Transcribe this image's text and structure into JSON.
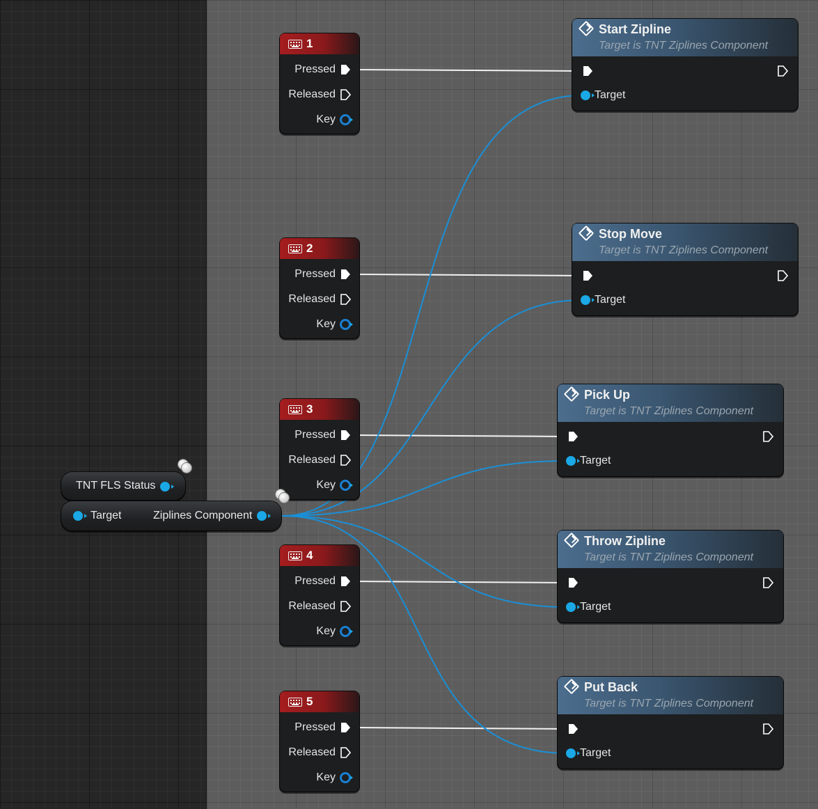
{
  "colors": {
    "exec_wire": "#ffffff",
    "data_wire": "#1a8fd6",
    "key_header": "#a51d1f",
    "function_header": "#4c6d8d",
    "pin_blue": "#1aa8e6"
  },
  "key_events": [
    {
      "title": "1",
      "icon": "keyboard-icon",
      "pins": [
        "Pressed",
        "Released",
        "Key"
      ]
    },
    {
      "title": "2",
      "icon": "keyboard-icon",
      "pins": [
        "Pressed",
        "Released",
        "Key"
      ]
    },
    {
      "title": "3",
      "icon": "keyboard-icon",
      "pins": [
        "Pressed",
        "Released",
        "Key"
      ]
    },
    {
      "title": "4",
      "icon": "keyboard-icon",
      "pins": [
        "Pressed",
        "Released",
        "Key"
      ]
    },
    {
      "title": "5",
      "icon": "keyboard-icon",
      "pins": [
        "Pressed",
        "Released",
        "Key"
      ]
    }
  ],
  "functions": [
    {
      "title": "Start Zipline",
      "subtitle": "Target is TNT Ziplines Component",
      "input_label": "Target",
      "icon": "function-icon"
    },
    {
      "title": "Stop Move",
      "subtitle": "Target is TNT Ziplines Component",
      "input_label": "Target",
      "icon": "function-icon"
    },
    {
      "title": "Pick Up",
      "subtitle": "Target is TNT Ziplines Component",
      "input_label": "Target",
      "icon": "function-icon"
    },
    {
      "title": "Throw Zipline",
      "subtitle": "Target is TNT Ziplines Component",
      "input_label": "Target",
      "icon": "function-icon"
    },
    {
      "title": "Put Back",
      "subtitle": "Target is TNT Ziplines Component",
      "input_label": "Target",
      "icon": "function-icon"
    }
  ],
  "variables": {
    "status": {
      "label": "TNT FLS Status"
    },
    "component": {
      "input_label": "Target",
      "output_label": "Ziplines Component"
    }
  }
}
